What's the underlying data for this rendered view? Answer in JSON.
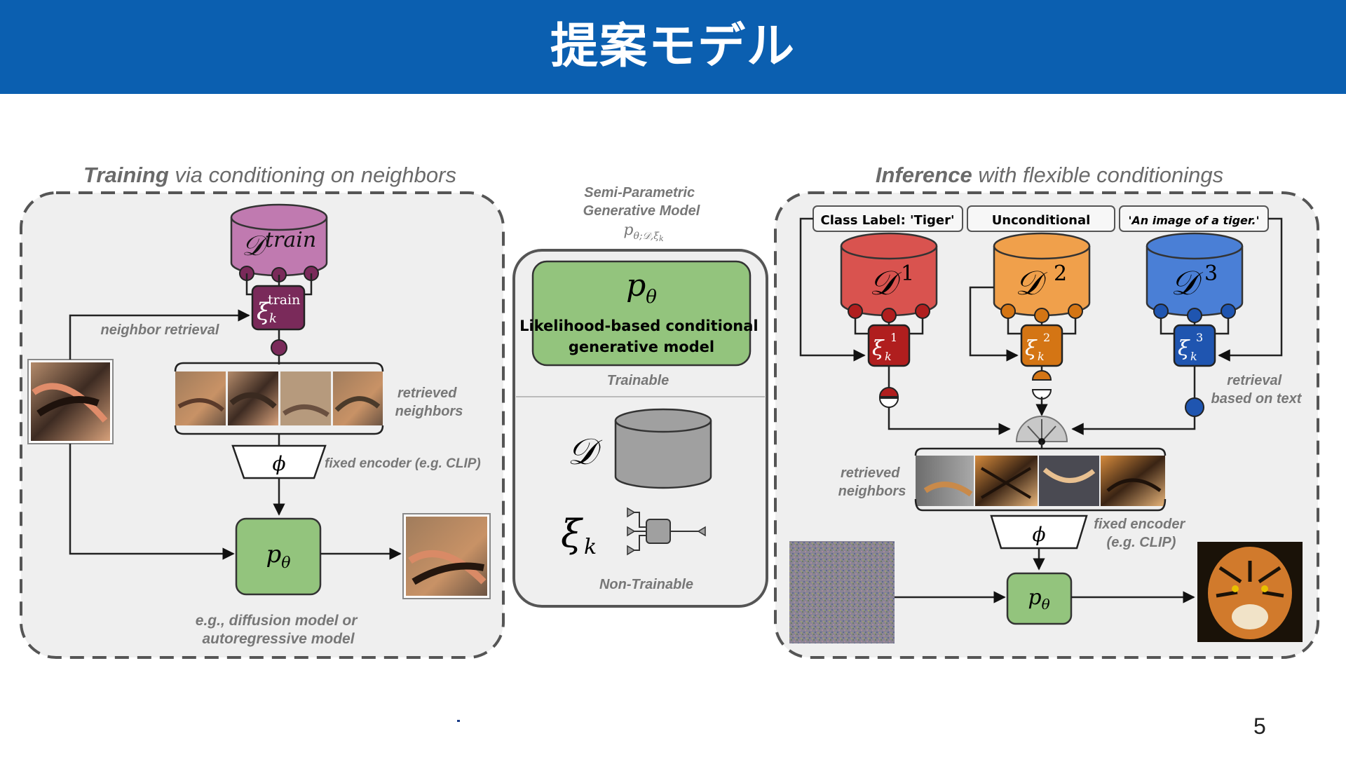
{
  "slide": {
    "title": "提案モデル",
    "page_number": "5"
  },
  "training": {
    "heading_bold": "Training",
    "heading_rest": " via conditioning on neighbors",
    "db_label": "train",
    "xi_label": "train",
    "neighbor_retrieval": "neighbor retrieval",
    "retrieved_neighbors": [
      "retrieved",
      "neighbors"
    ],
    "encoder_label": "fixed encoder (e.g. CLIP)",
    "model_caption": [
      "e.g., diffusion model or",
      "autoregressive model"
    ]
  },
  "center": {
    "title_lines": [
      "Semi-Parametric",
      "Generative Model"
    ],
    "model_desc": [
      "Likelihood-based conditional",
      "generative model"
    ],
    "trainable": "Trainable",
    "non_trainable": "Non-Trainable"
  },
  "inference": {
    "heading_bold": "Inference",
    "heading_rest": " with flexible conditionings",
    "cond_labels": [
      "Class Label: 'Tiger'",
      "Unconditional",
      "'An image of a tiger.'"
    ],
    "db_superscripts": [
      "1",
      "2",
      "3"
    ],
    "retrieval_text": [
      "retrieval",
      "based on text"
    ],
    "retrieved_neighbors": [
      "retrieved",
      "neighbors"
    ],
    "encoder_label": [
      "fixed encoder",
      "(e.g. CLIP)"
    ]
  },
  "colors": {
    "header": "#0b5fb0",
    "db_train": "#c07ab0",
    "db_1": "#d9534f",
    "db_2": "#f0a04b",
    "db_3": "#4a7fd6",
    "model_green": "#93c47d",
    "panel_bg": "#efefef"
  }
}
